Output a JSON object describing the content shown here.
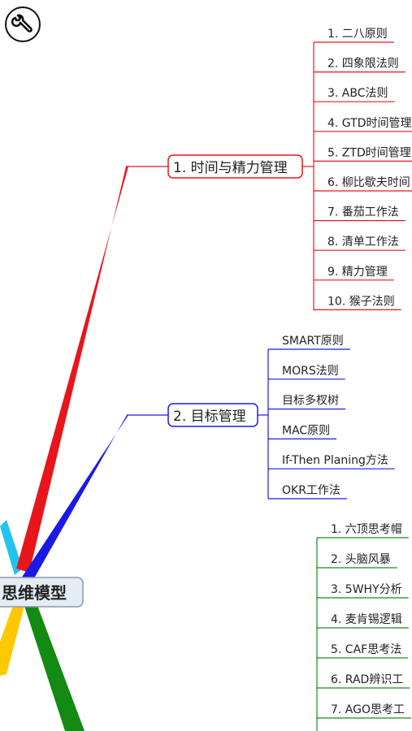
{
  "toolbar": {
    "tool_icon": "wrench-icon"
  },
  "root": {
    "label": "思维模型"
  },
  "branches": [
    {
      "label": "1. 时间与精力管理",
      "color": "#e8161b",
      "items": [
        "1. 二八原则",
        "2. 四象限法则",
        "3. ABC法则",
        "4. GTD时间管理",
        "5. ZTD时间管理",
        "6. 柳比歇夫时间",
        "7. 番茄工作法",
        "8. 清单工作法",
        "9. 精力管理",
        "10. 猴子法则"
      ]
    },
    {
      "label": "2. 目标管理",
      "color": "#1a1ae8",
      "items": [
        "SMART原则",
        "MORS法则",
        "目标多杈树",
        "MAC原则",
        "If-Then Planing方法",
        "OKR工作法"
      ]
    },
    {
      "label": "",
      "color": "#1a8a1a",
      "items": [
        "1. 六顶思考帽",
        "2. 头脑风暴",
        "3. 5WHY分析",
        "4. 麦肯锡逻辑",
        "5. CAF思考法",
        "6. RAD辨识工",
        "7. AGO思考工"
      ]
    }
  ],
  "colors": {
    "yellow": "#ffc800",
    "cyan": "#22c4ee",
    "green": "#138a13"
  }
}
